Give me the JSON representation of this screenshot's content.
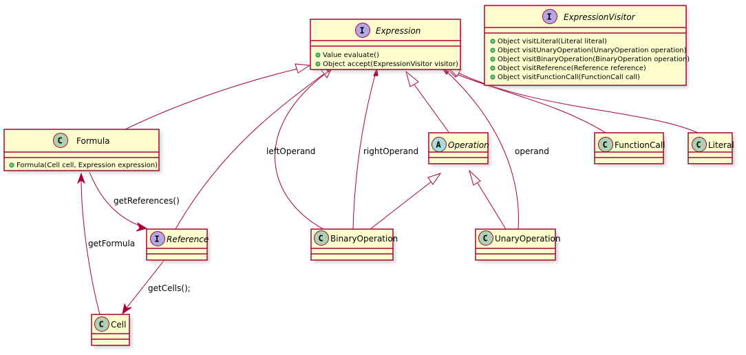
{
  "diagram": {
    "type": "uml-class-diagram",
    "colors": {
      "box_fill": "#FEFECE",
      "border": "#A80036",
      "class_badge": "#ADD1B2",
      "interface_badge": "#B4A7E5",
      "abstract_badge": "#A9DCDF",
      "member_dot": "#84BE84"
    },
    "nodes": {
      "expression": {
        "name": "Expression",
        "stereotype": "I",
        "members": [
          "Value evaluate()",
          "Object accept(ExpressionVisitor visitor)"
        ]
      },
      "expressionVisitor": {
        "name": "ExpressionVisitor",
        "stereotype": "I",
        "members": [
          "Object visitLiteral(Literal literal)",
          "Object visitUnaryOperation(UnaryOperation operation)",
          "Object visitBinaryOperation(BinaryOperation operation)",
          "Object visitReference(Reference reference)",
          "Object visitFunctionCall(FunctionCall call)"
        ]
      },
      "formula": {
        "name": "Formula",
        "stereotype": "C",
        "members": [
          "Formula(Cell cell, Expression expression)"
        ]
      },
      "reference": {
        "name": "Reference",
        "stereotype": "I",
        "members": []
      },
      "operation": {
        "name": "Operation",
        "stereotype": "A",
        "members": []
      },
      "functionCall": {
        "name": "FunctionCall",
        "stereotype": "C",
        "members": []
      },
      "literal": {
        "name": "Literal",
        "stereotype": "C",
        "members": []
      },
      "binaryOperation": {
        "name": "BinaryOperation",
        "stereotype": "C",
        "members": []
      },
      "unaryOperation": {
        "name": "UnaryOperation",
        "stereotype": "C",
        "members": []
      },
      "cell": {
        "name": "Cell",
        "stereotype": "C",
        "members": []
      }
    },
    "edges": [
      {
        "from": "Formula",
        "to": "Expression",
        "kind": "implements",
        "label": ""
      },
      {
        "from": "Reference",
        "to": "Expression",
        "kind": "extends",
        "label": ""
      },
      {
        "from": "BinaryOperation",
        "to": "Expression",
        "kind": "association",
        "label": "leftOperand"
      },
      {
        "from": "BinaryOperation",
        "to": "Expression",
        "kind": "association",
        "label": "rightOperand"
      },
      {
        "from": "Operation",
        "to": "Expression",
        "kind": "implements",
        "label": ""
      },
      {
        "from": "UnaryOperation",
        "to": "Expression",
        "kind": "association",
        "label": "operand"
      },
      {
        "from": "FunctionCall",
        "to": "Expression",
        "kind": "implements",
        "label": ""
      },
      {
        "from": "Literal",
        "to": "Expression",
        "kind": "implements",
        "label": ""
      },
      {
        "from": "BinaryOperation",
        "to": "Operation",
        "kind": "extends",
        "label": ""
      },
      {
        "from": "UnaryOperation",
        "to": "Operation",
        "kind": "extends",
        "label": ""
      },
      {
        "from": "Formula",
        "to": "Reference",
        "kind": "association",
        "label": "getReferences()"
      },
      {
        "from": "Reference",
        "to": "Cell",
        "kind": "association",
        "label": "getCells();"
      },
      {
        "from": "Cell",
        "to": "Formula",
        "kind": "association",
        "label": "getFormula"
      }
    ],
    "edge_labels": {
      "leftOperand": "leftOperand",
      "rightOperand": "rightOperand",
      "operand": "operand",
      "getReferences": "getReferences()",
      "getCells": "getCells();",
      "getFormula": "getFormula"
    }
  }
}
